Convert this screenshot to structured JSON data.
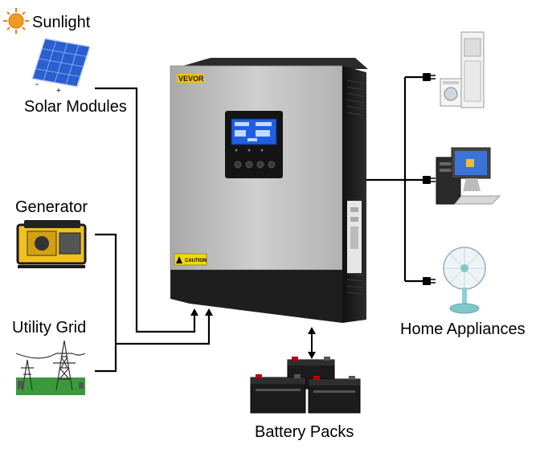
{
  "labels": {
    "sunlight": "Sunlight",
    "solar_modules": "Solar Modules",
    "generator": "Generator",
    "utility_grid": "Utility Grid",
    "battery_packs": "Battery Packs",
    "home_appliances": "Home Appliances"
  },
  "inverter": {
    "brand": "VEVOR",
    "caution": "CAUTION"
  },
  "solar_polarity": {
    "negative": "-",
    "positive": "+"
  },
  "colors": {
    "line": "#000000",
    "inverter_silver": "#b9b9b9",
    "inverter_black": "#1c1c1c",
    "lcd_blue": "#1f5fe0",
    "brand_yellow": "#f2c200",
    "sun": "#f07a10",
    "solar_blue": "#2a5fd0",
    "generator_yellow": "#f0c020",
    "grass": "#3a9a3a"
  },
  "icons": [
    "sun-icon",
    "solar-panel-icon",
    "generator-icon",
    "power-tower-icon",
    "battery-icon",
    "air-conditioner-icon",
    "washing-machine-icon",
    "computer-icon",
    "fan-icon",
    "plug-icon"
  ]
}
